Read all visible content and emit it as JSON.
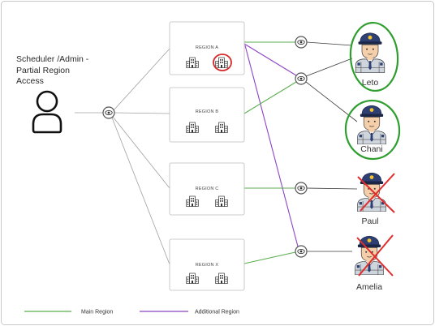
{
  "diagram": {
    "actor": {
      "label_lines": [
        "Scheduler /Admin -",
        "Partial Region",
        "Access"
      ],
      "icon": "person-icon"
    },
    "regions": [
      {
        "label": "REGION A",
        "icons": [
          "building-icon",
          "building-icon"
        ],
        "highlight_icon": "red-circle-icon"
      },
      {
        "label": "REGION B",
        "icons": [
          "building-icon",
          "building-icon"
        ]
      },
      {
        "label": "REGION C",
        "icons": [
          "building-icon",
          "building-icon"
        ]
      },
      {
        "label": "REGION X",
        "icons": [
          "building-icon",
          "building-icon"
        ]
      }
    ],
    "guards": [
      {
        "name": "Leto",
        "icon": "police-officer-icon",
        "mark_icon": "green-circle-icon"
      },
      {
        "name": "Chani",
        "icon": "police-officer-icon",
        "mark_icon": "green-circle-icon"
      },
      {
        "name": "Paul",
        "icon": "police-officer-icon",
        "mark_icon": "red-cross-icon"
      },
      {
        "name": "Amelia",
        "icon": "police-officer-icon",
        "mark_icon": "red-cross-icon"
      }
    ],
    "connector_icon": "eye-icon",
    "legend": [
      {
        "label": "Main Region",
        "color": "#5aae4f"
      },
      {
        "label": "Additional Region",
        "color": "#8e44c4"
      }
    ]
  },
  "colors": {
    "main_region": "#5aae4f",
    "additional_region": "#8e44c4",
    "approved_mark": "#2e9e2e",
    "rejected_mark": "#e02c2c",
    "highlight_mark": "#d62828",
    "access_line": "#a0a0a0",
    "assignment_line": "#3a3a3a"
  }
}
